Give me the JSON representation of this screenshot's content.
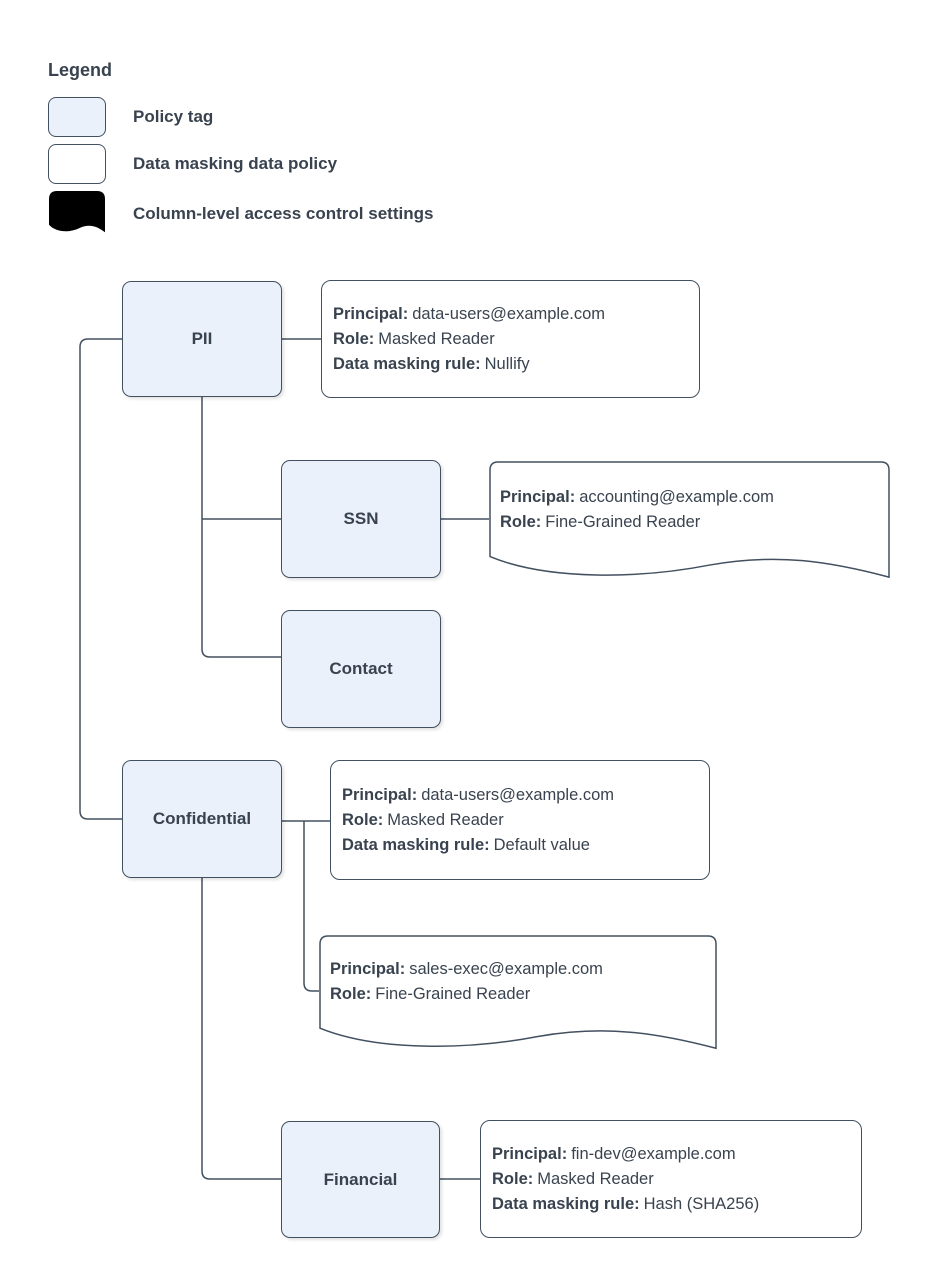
{
  "colors": {
    "policy_tag_fill": "#eaf1fb",
    "card_fill": "#ffffff",
    "stroke": "#42505f",
    "text": "#39434f",
    "background": "#ffffff"
  },
  "legend": {
    "title": "Legend",
    "items": [
      {
        "swatch": "policy-tag-swatch",
        "label": "Policy tag"
      },
      {
        "swatch": "data-policy-swatch",
        "label": "Data masking data policy"
      },
      {
        "swatch": "access-control-swatch",
        "label": "Column-level access control settings"
      }
    ]
  },
  "policy_tags": {
    "pii": "PII",
    "ssn": "SSN",
    "contact": "Contact",
    "confidential": "Confidential",
    "financial": "Financial"
  },
  "cards": {
    "pii_policy": {
      "lines": [
        {
          "k": "Principal:",
          "v": "data-users@example.com"
        },
        {
          "k": "Role:",
          "v": "Masked Reader"
        },
        {
          "k": "Data masking rule:",
          "v": "Nullify"
        }
      ]
    },
    "ssn_access": {
      "lines": [
        {
          "k": "Principal:",
          "v": "accounting@example.com"
        },
        {
          "k": "Role:",
          "v": "Fine-Grained Reader"
        }
      ]
    },
    "confidential_policy": {
      "lines": [
        {
          "k": "Principal:",
          "v": "data-users@example.com"
        },
        {
          "k": "Role:",
          "v": "Masked Reader"
        },
        {
          "k": "Data masking rule:",
          "v": "Default value"
        }
      ]
    },
    "confidential_access": {
      "lines": [
        {
          "k": "Principal:",
          "v": "sales-exec@example.com"
        },
        {
          "k": "Role:",
          "v": "Fine-Grained Reader"
        }
      ]
    },
    "financial_policy": {
      "lines": [
        {
          "k": "Principal:",
          "v": "fin-dev@example.com"
        },
        {
          "k": "Role:",
          "v": "Masked Reader"
        },
        {
          "k": "Data masking rule:",
          "v": "Hash (SHA256)"
        }
      ]
    }
  }
}
